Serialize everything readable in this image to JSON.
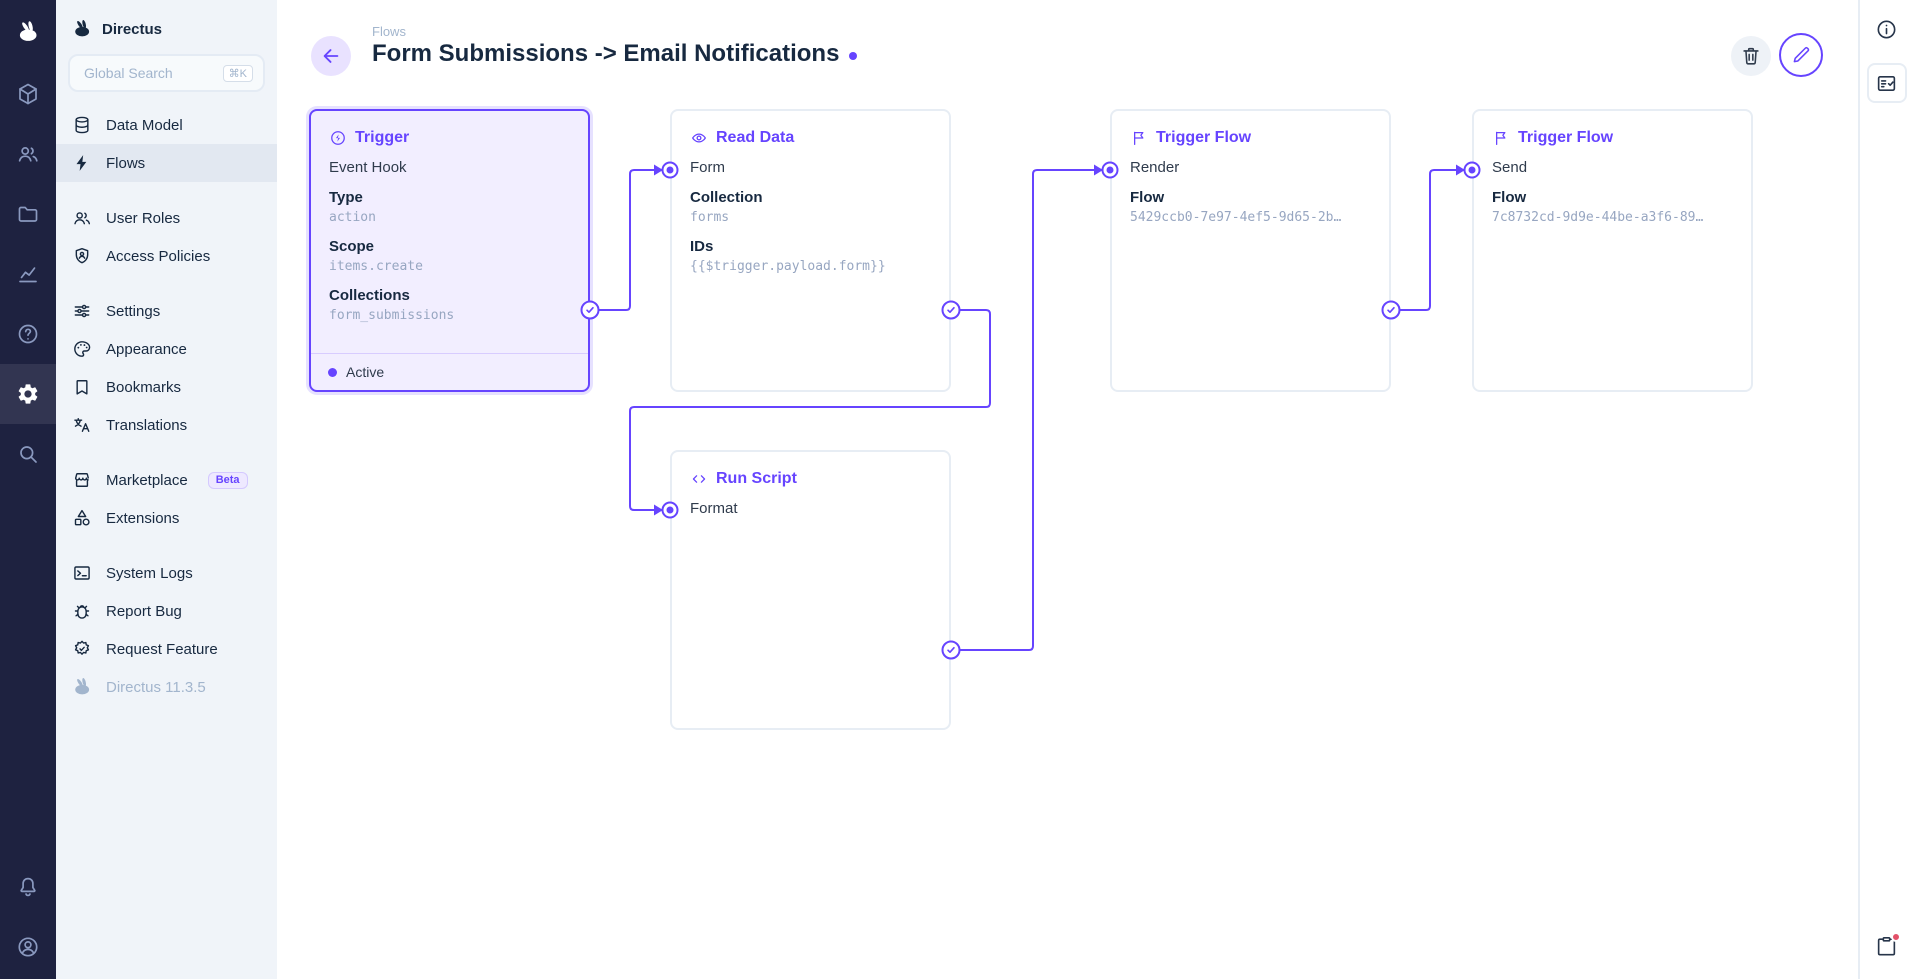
{
  "colors": {
    "accent": "#6644FF",
    "notification": "#E35169",
    "module_bar_bg": "#1E2240",
    "sidebar_bg": "#F0F4F9"
  },
  "module_bar": {
    "active": "settings",
    "icons": [
      "directus-logo",
      "data-model-cube",
      "users",
      "file-library",
      "insights",
      "help",
      "settings-gear",
      "search",
      "notifications-bell",
      "user-avatar"
    ]
  },
  "sidebar": {
    "project_name": "Directus",
    "search": {
      "placeholder": "Global Search",
      "shortcut": "⌘K"
    },
    "groups": [
      {
        "items": [
          {
            "label": "Data Model"
          },
          {
            "label": "Flows",
            "active": true
          }
        ]
      },
      {
        "items": [
          {
            "label": "User Roles"
          },
          {
            "label": "Access Policies"
          }
        ]
      },
      {
        "items": [
          {
            "label": "Settings"
          },
          {
            "label": "Appearance"
          },
          {
            "label": "Bookmarks"
          },
          {
            "label": "Translations"
          }
        ]
      },
      {
        "items": [
          {
            "label": "Marketplace",
            "badge": "Beta"
          },
          {
            "label": "Extensions"
          }
        ]
      },
      {
        "items": [
          {
            "label": "System Logs"
          },
          {
            "label": "Report Bug"
          },
          {
            "label": "Request Feature"
          },
          {
            "label": "Directus 11.3.5",
            "muted": true
          }
        ]
      }
    ]
  },
  "header": {
    "breadcrumb": "Flows",
    "title": "Form Submissions -> Email Notifications"
  },
  "flow": {
    "trigger": {
      "title": "Trigger",
      "name": "Event Hook",
      "status": "Active",
      "fields": [
        {
          "label": "Type",
          "value": "action"
        },
        {
          "label": "Scope",
          "value": "items.create"
        },
        {
          "label": "Collections",
          "value": "form_submissions"
        }
      ]
    },
    "read_data": {
      "title": "Read Data",
      "name": "Form",
      "fields": [
        {
          "label": "Collection",
          "value": "forms"
        },
        {
          "label": "IDs",
          "value": "{{$trigger.payload.form}}"
        }
      ]
    },
    "trigger_flow_render": {
      "title": "Trigger Flow",
      "name": "Render",
      "fields": [
        {
          "label": "Flow",
          "value": "5429ccb0-7e97-4ef5-9d65-2b…"
        }
      ]
    },
    "trigger_flow_send": {
      "title": "Trigger Flow",
      "name": "Send",
      "fields": [
        {
          "label": "Flow",
          "value": "7c8732cd-9d9e-44be-a3f6-89…"
        }
      ]
    },
    "run_script": {
      "title": "Run Script",
      "name": "Format"
    }
  },
  "right_sidebar": {
    "icons": [
      "info",
      "fact-check",
      "clipboard-notification"
    ]
  }
}
